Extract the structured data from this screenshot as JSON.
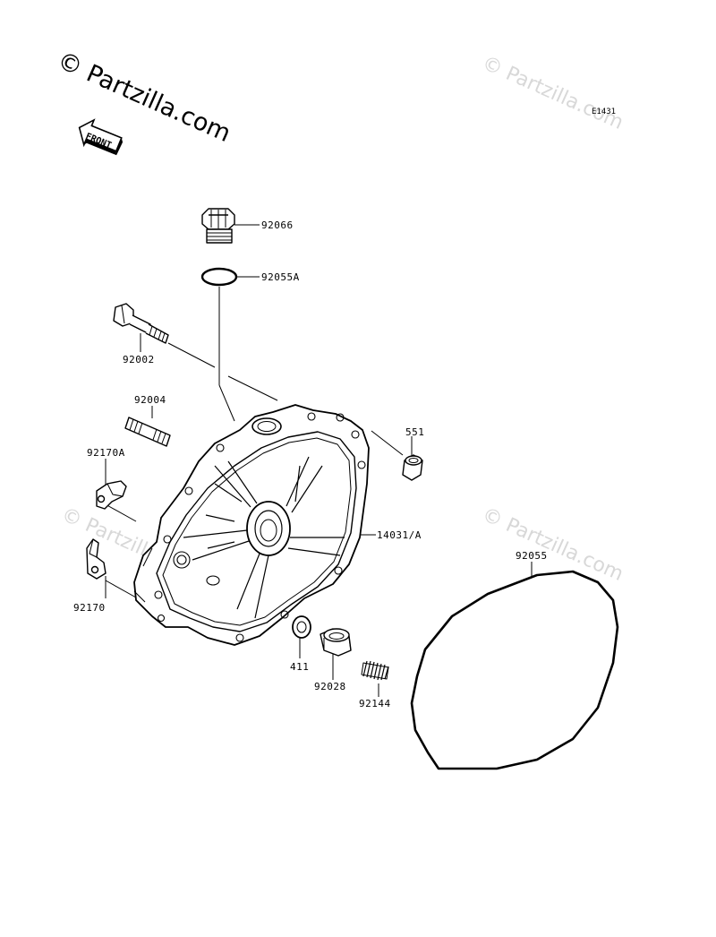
{
  "watermark": {
    "main": "© Partzilla.com",
    "faint": "© Partzilla.com"
  },
  "diagram_code": "E1431",
  "front_label": "FRONT",
  "parts": {
    "p92066": "92066",
    "p92055A": "92055A",
    "p92002": "92002",
    "p92004": "92004",
    "p92170A": "92170A",
    "p92170": "92170",
    "p551": "551",
    "p14031A": "14031/A",
    "p411": "411",
    "p92028": "92028",
    "p92144": "92144",
    "p92055": "92055"
  }
}
